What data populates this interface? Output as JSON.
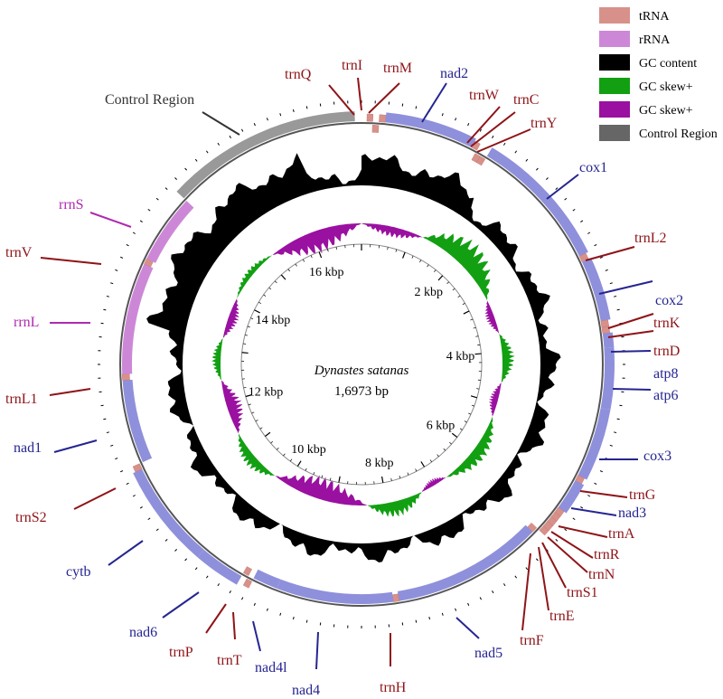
{
  "title": {
    "species": "Dynastes satanas",
    "length": "1,6973 bp"
  },
  "total_bp": 16973,
  "colors": {
    "tRNA": "#d8918a",
    "rRNA": "#cc88d6",
    "PCG": "#8f90db",
    "GC_content": "#000000",
    "GC_skew_pos": "#12a012",
    "GC_skew_neg": "#9a10a0",
    "control": "#999999",
    "label_trna": "#8e1418",
    "label_pcg": "#252591",
    "label_rrna": "#ae2ab0",
    "label_control": "#333333"
  },
  "legend": [
    {
      "label": "tRNA",
      "color": "#d8918a"
    },
    {
      "label": "rRNA",
      "color": "#cc88d6"
    },
    {
      "label": "GC content",
      "color": "#000000"
    },
    {
      "label": "GC skew+",
      "color": "#12a012"
    },
    {
      "label": "GC skew+",
      "color": "#9a10a0"
    },
    {
      "label": "Control Region",
      "color": "#666666"
    }
  ],
  "kbp_labels": [
    "2 kbp",
    "4 kbp",
    "6 kbp",
    "8 kbp",
    "10 kbp",
    "12 kbp",
    "14 kbp",
    "16 kbp"
  ],
  "features": [
    {
      "name": "trnI",
      "type": "tRNA",
      "start": 60,
      "end": 125,
      "strand": "+"
    },
    {
      "name": "trnQ",
      "type": "tRNA",
      "start": 125,
      "end": 195,
      "strand": "-"
    },
    {
      "name": "trnM",
      "type": "tRNA",
      "start": 195,
      "end": 265,
      "strand": "+"
    },
    {
      "name": "nad2",
      "type": "PCG",
      "start": 265,
      "end": 1270,
      "strand": "+"
    },
    {
      "name": "trnW",
      "type": "tRNA",
      "start": 1270,
      "end": 1335,
      "strand": "+"
    },
    {
      "name": "trnC",
      "type": "tRNA",
      "start": 1335,
      "end": 1400,
      "strand": "-"
    },
    {
      "name": "trnY",
      "type": "tRNA",
      "start": 1400,
      "end": 1465,
      "strand": "-"
    },
    {
      "name": "cox1",
      "type": "PCG",
      "start": 1465,
      "end": 3000,
      "strand": "+"
    },
    {
      "name": "trnL2",
      "type": "tRNA",
      "start": 3000,
      "end": 3070,
      "strand": "+"
    },
    {
      "name": "cox2",
      "type": "PCG",
      "start": 3070,
      "end": 3760,
      "strand": "+"
    },
    {
      "name": "trnK",
      "type": "tRNA",
      "start": 3760,
      "end": 3830,
      "strand": "+"
    },
    {
      "name": "trnD",
      "type": "tRNA",
      "start": 3830,
      "end": 3900,
      "strand": "+"
    },
    {
      "name": "atp8",
      "type": "PCG",
      "start": 3900,
      "end": 4060,
      "strand": "+"
    },
    {
      "name": "atp6",
      "type": "PCG",
      "start": 4060,
      "end": 4730,
      "strand": "+"
    },
    {
      "name": "cox3",
      "type": "PCG",
      "start": 4730,
      "end": 5520,
      "strand": "+"
    },
    {
      "name": "trnG",
      "type": "tRNA",
      "start": 5520,
      "end": 5585,
      "strand": "+"
    },
    {
      "name": "nad3",
      "type": "PCG",
      "start": 5585,
      "end": 5940,
      "strand": "+"
    },
    {
      "name": "trnA",
      "type": "tRNA",
      "start": 5940,
      "end": 6005,
      "strand": "+"
    },
    {
      "name": "trnR",
      "type": "tRNA",
      "start": 6005,
      "end": 6070,
      "strand": "+"
    },
    {
      "name": "trnN",
      "type": "tRNA",
      "start": 6070,
      "end": 6135,
      "strand": "+"
    },
    {
      "name": "trnS1",
      "type": "tRNA",
      "start": 6135,
      "end": 6205,
      "strand": "+"
    },
    {
      "name": "trnE",
      "type": "tRNA",
      "start": 6205,
      "end": 6270,
      "strand": "+"
    },
    {
      "name": "trnF",
      "type": "tRNA",
      "start": 6270,
      "end": 6335,
      "strand": "-"
    },
    {
      "name": "nad5",
      "type": "PCG",
      "start": 6335,
      "end": 8060,
      "strand": "-"
    },
    {
      "name": "trnH",
      "type": "tRNA",
      "start": 8060,
      "end": 8125,
      "strand": "-"
    },
    {
      "name": "nad4",
      "type": "PCG",
      "start": 8125,
      "end": 9460,
      "strand": "-"
    },
    {
      "name": "nad4l",
      "type": "PCG",
      "start": 9460,
      "end": 9750,
      "strand": "-"
    },
    {
      "name": "trnT",
      "type": "tRNA",
      "start": 9750,
      "end": 9815,
      "strand": "+"
    },
    {
      "name": "trnP",
      "type": "tRNA",
      "start": 9815,
      "end": 9880,
      "strand": "-"
    },
    {
      "name": "nad6",
      "type": "PCG",
      "start": 9880,
      "end": 10390,
      "strand": "+"
    },
    {
      "name": "cytb",
      "type": "PCG",
      "start": 10390,
      "end": 11530,
      "strand": "+"
    },
    {
      "name": "trnS2",
      "type": "tRNA",
      "start": 11530,
      "end": 11595,
      "strand": "+"
    },
    {
      "name": "nad1",
      "type": "PCG",
      "start": 11595,
      "end": 12550,
      "strand": "-"
    },
    {
      "name": "trnL1",
      "type": "tRNA",
      "start": 12550,
      "end": 12620,
      "strand": "-"
    },
    {
      "name": "rrnL",
      "type": "rRNA",
      "start": 12620,
      "end": 13900,
      "strand": "-"
    },
    {
      "name": "trnV",
      "type": "tRNA",
      "start": 13900,
      "end": 13965,
      "strand": "-"
    },
    {
      "name": "rrnS",
      "type": "rRNA",
      "start": 13965,
      "end": 14760,
      "strand": "-"
    },
    {
      "name": "Control Region",
      "type": "control",
      "start": 14760,
      "end": 16900,
      "strand": "+"
    }
  ]
}
